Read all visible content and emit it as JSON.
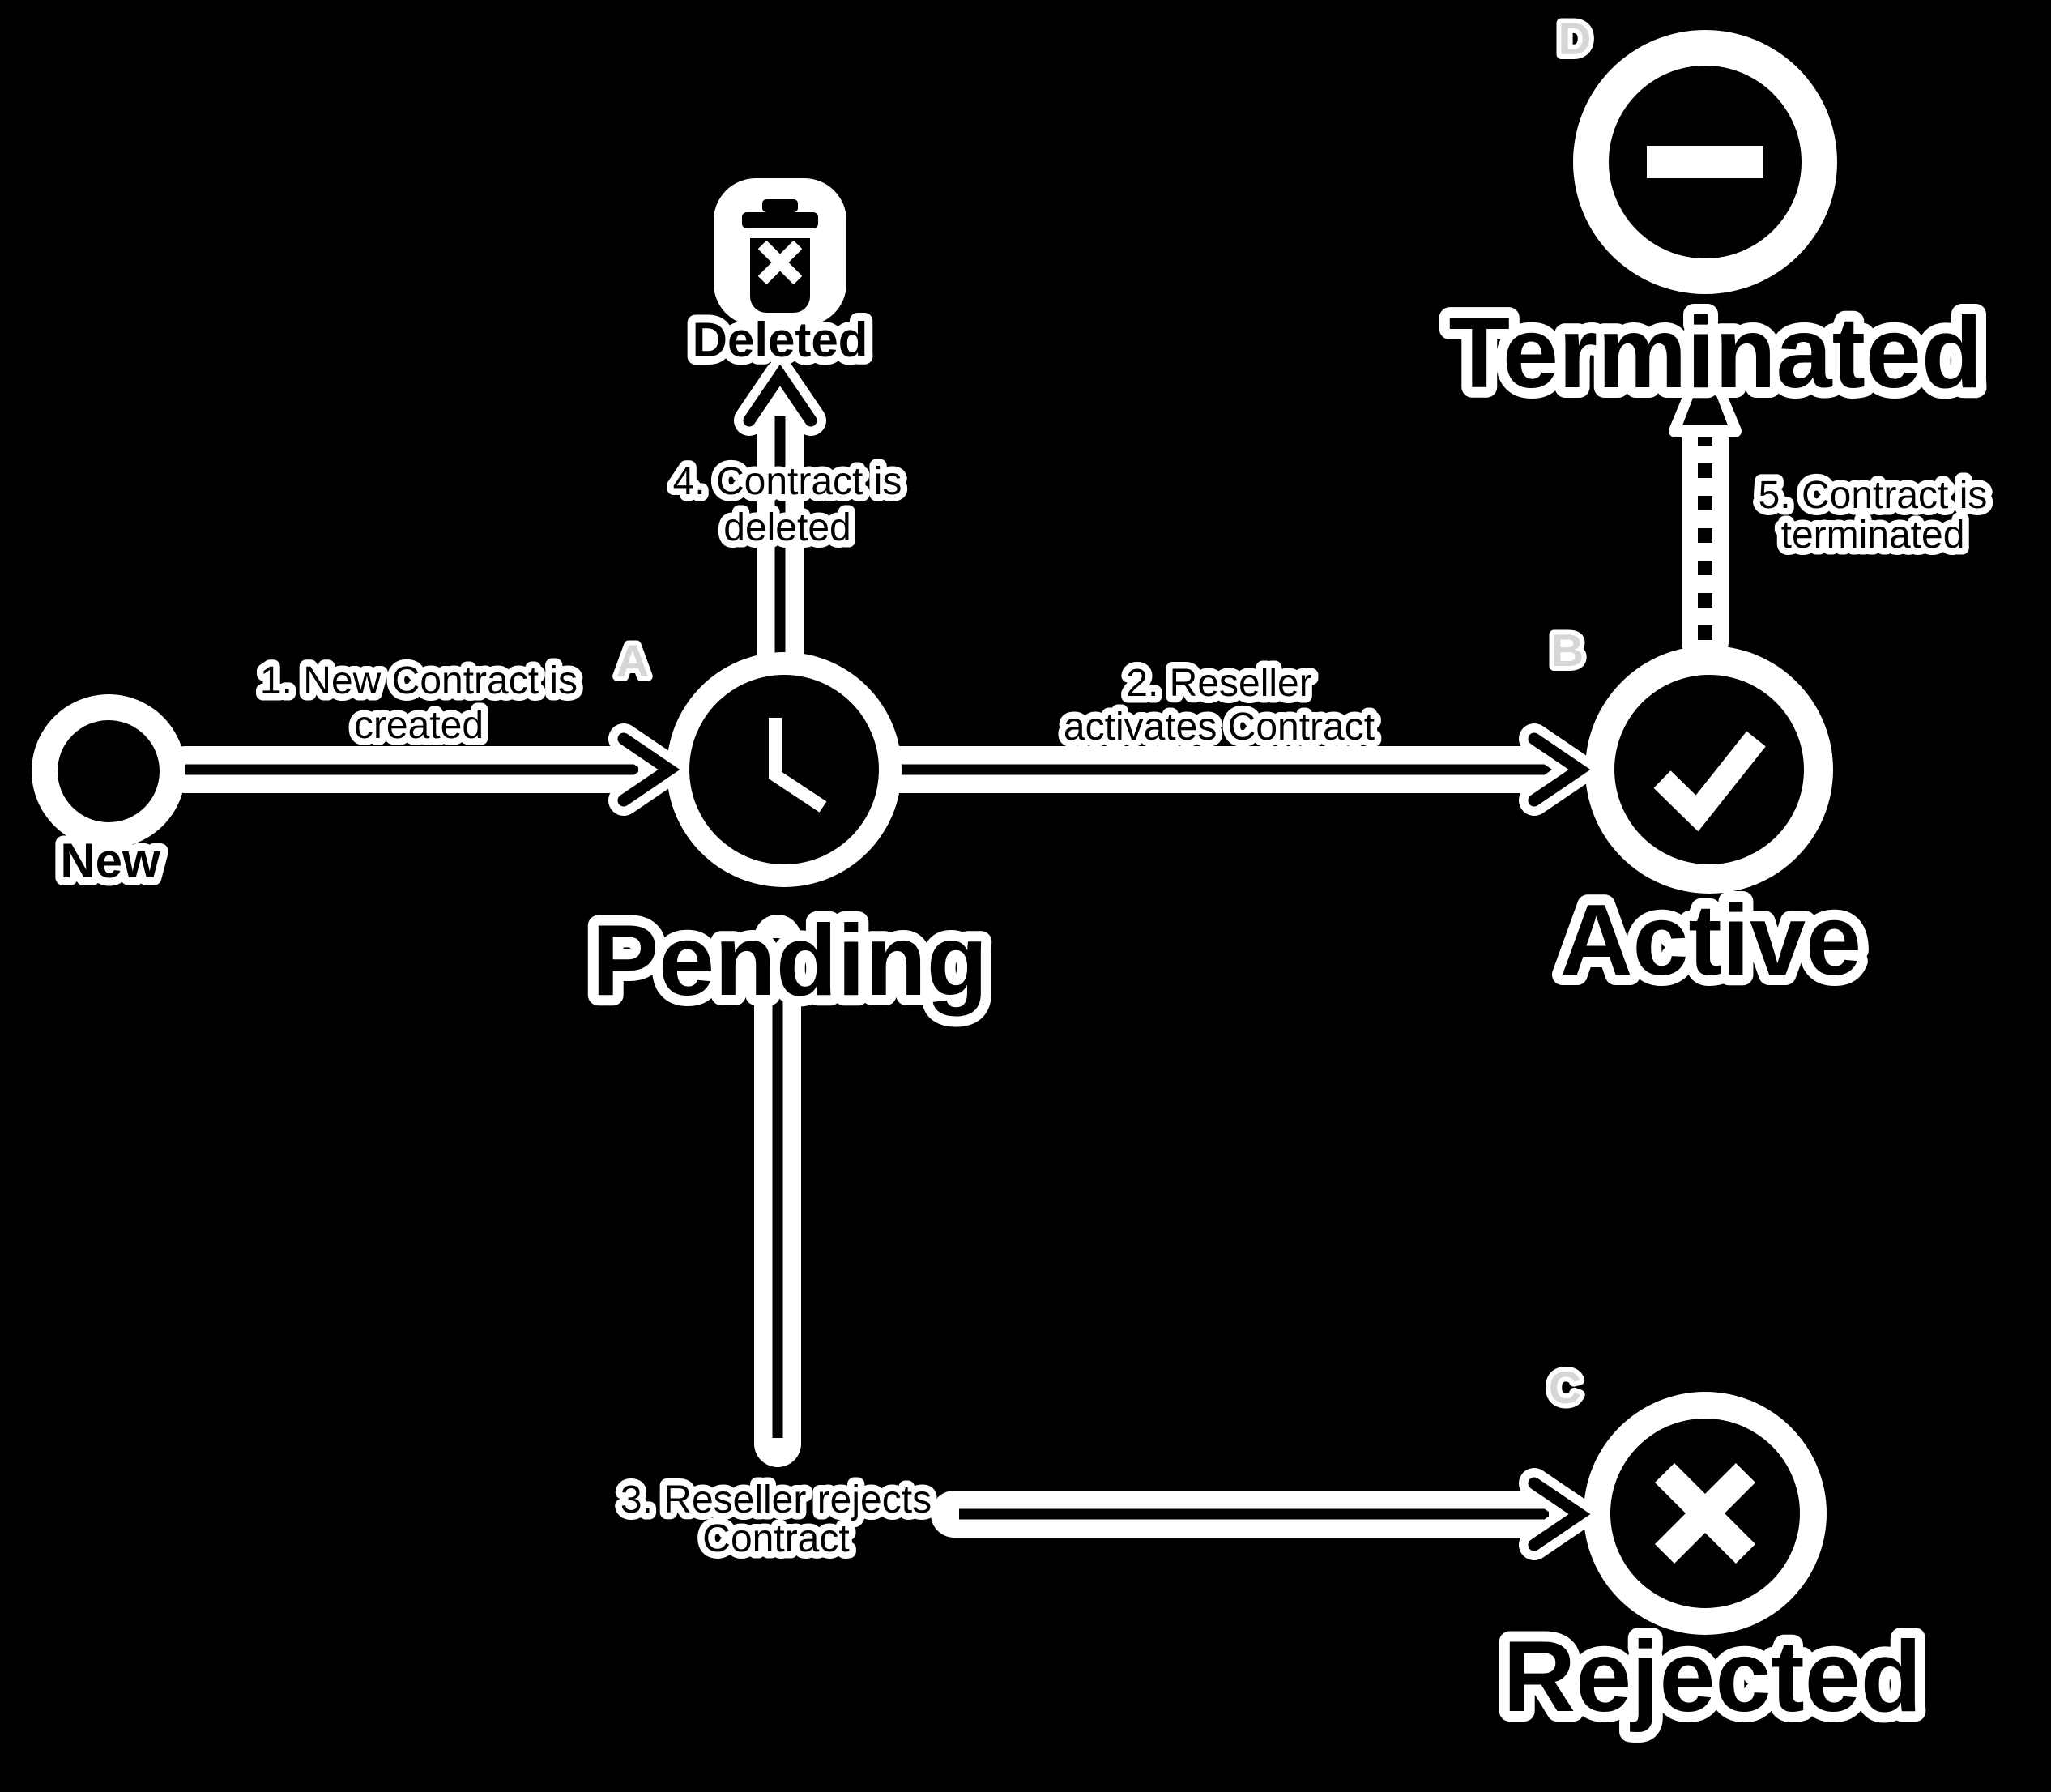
{
  "diagram": {
    "background_color": "#000000",
    "halo_color": "#ffffff",
    "ink_color": "#000000",
    "marker_color": "#d6d6d6",
    "nodes": [
      {
        "id": "new",
        "label": "New",
        "marker": "",
        "icon": "filled-circle-icon"
      },
      {
        "id": "pending",
        "label": "Pending",
        "marker": "A",
        "icon": "clock-icon"
      },
      {
        "id": "active",
        "label": "Active",
        "marker": "B",
        "icon": "check-icon"
      },
      {
        "id": "terminated",
        "label": "Terminated",
        "marker": "D",
        "icon": "minus-icon"
      },
      {
        "id": "rejected",
        "label": "Rejected",
        "marker": "C",
        "icon": "x-icon"
      },
      {
        "id": "deleted",
        "label": "Deleted",
        "marker": "",
        "icon": "trash-icon"
      }
    ],
    "transitions": [
      {
        "id": "1",
        "from": "New",
        "to": "Pending",
        "style": "solid",
        "label_line1": "1. New Contract is",
        "label_line2": "created"
      },
      {
        "id": "2",
        "from": "Pending",
        "to": "Active",
        "style": "solid",
        "label_line1": "2. Reseller",
        "label_line2": "activates Contract"
      },
      {
        "id": "3",
        "from": "Pending",
        "to": "Rejected",
        "style": "solid",
        "label_line1": "3. Reseller rejects",
        "label_line2": "Contract"
      },
      {
        "id": "4",
        "from": "Pending",
        "to": "Deleted",
        "style": "solid",
        "label_line1": "4. Contract is",
        "label_line2": "deleted"
      },
      {
        "id": "5",
        "from": "Active",
        "to": "Terminated",
        "style": "dashed",
        "label_line1": "5. Contract is",
        "label_line2": "terminated"
      }
    ]
  }
}
